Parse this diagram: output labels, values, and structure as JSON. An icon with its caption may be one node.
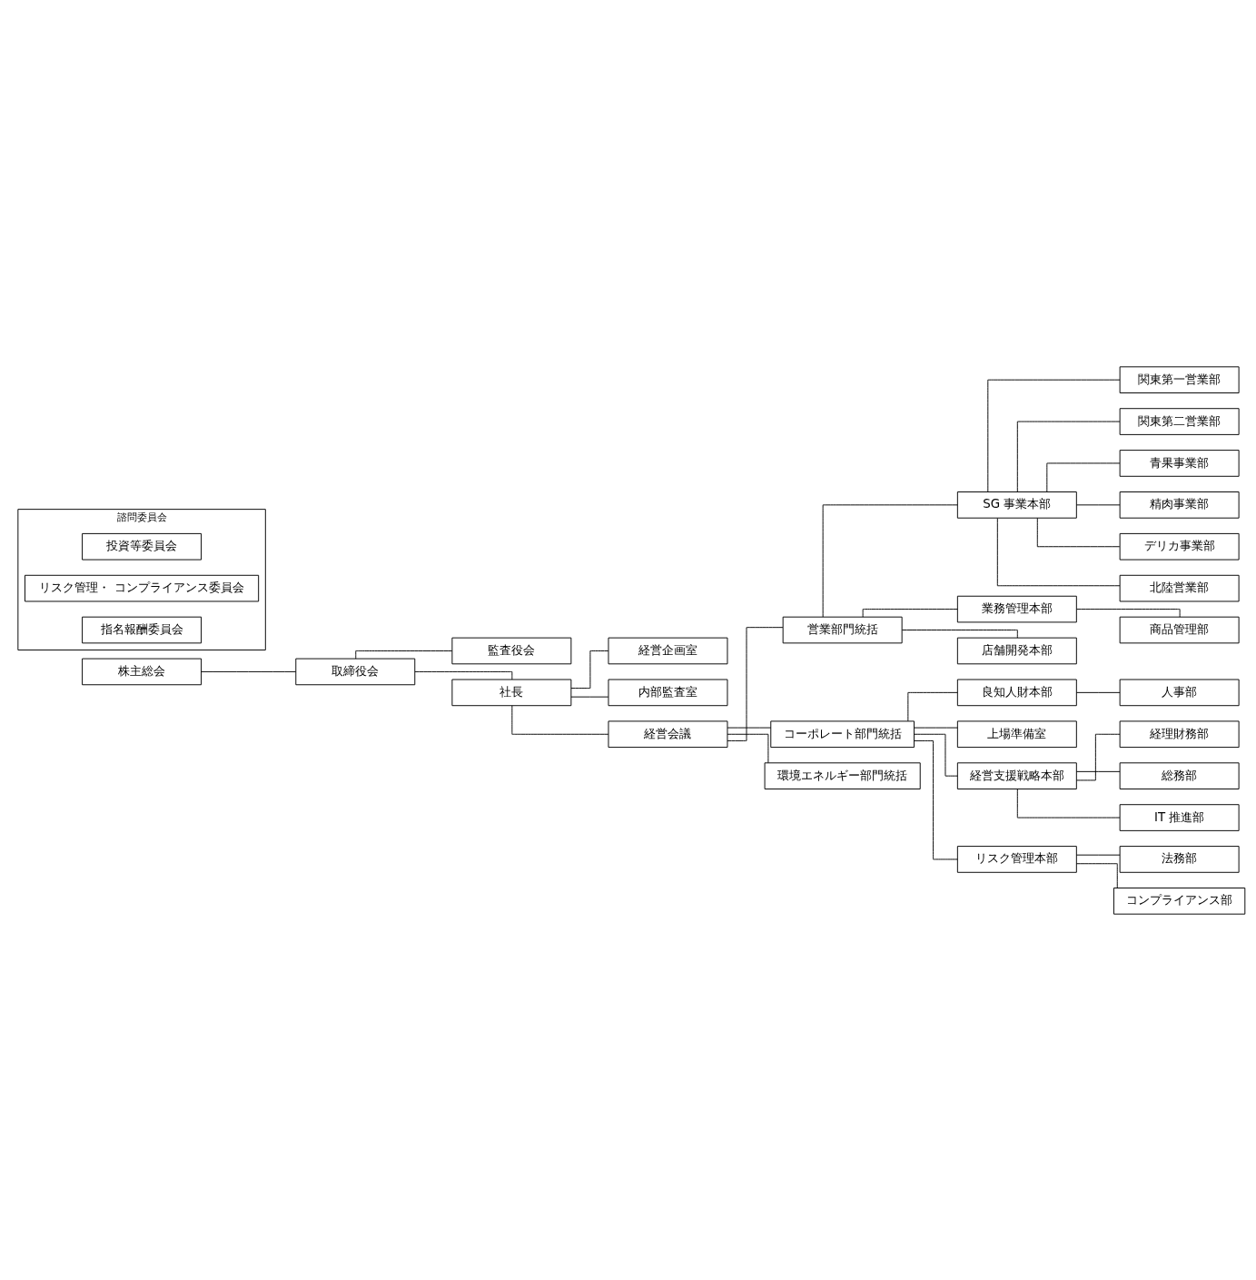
{
  "diagram": {
    "nodes": [
      {
        "text": [
          "株主総会"
        ]
      },
      {
        "text": [
          "取締役会"
        ]
      },
      {
        "text": [
          "監査役会"
        ]
      },
      {
        "text": [
          "社長"
        ]
      },
      {
        "text": [
          "経営企画室"
        ]
      },
      {
        "text": [
          "内部監査室"
        ]
      },
      {
        "text": [
          "経営会議"
        ]
      },
      {
        "text": [
          "諮問委員会"
        ]
      },
      {
        "text": [
          "投資等委員会"
        ],
        "in": 7
      },
      {
        "text": [
          "リスク管理・ コンプライアンス委員会"
        ],
        "in": 7
      },
      {
        "text": [
          "指名報酬委員会"
        ],
        "in": 7
      },
      {
        "text": [
          "営業部門統括"
        ]
      },
      {
        "text": [
          "SG 事業本部"
        ]
      },
      {
        "text": [
          "関東第一営業部"
        ]
      },
      {
        "text": [
          "関東第二営業部"
        ]
      },
      {
        "text": [
          "青果事業部"
        ]
      },
      {
        "text": [
          "精肉事業部"
        ]
      },
      {
        "text": [
          "デリカ事業部"
        ]
      },
      {
        "text": [
          "北陸営業部"
        ]
      },
      {
        "text": [
          "業務管理本部"
        ]
      },
      {
        "text": [
          "商品管理部"
        ]
      },
      {
        "text": [
          "店舗開発本部"
        ]
      },
      {
        "text": [
          "コーポレート部門統括"
        ]
      },
      {
        "text": [
          "良知人財本部"
        ]
      },
      {
        "text": [
          "人事部"
        ]
      },
      {
        "text": [
          "上場準備室"
        ]
      },
      {
        "text": [
          "経営支援戦略本部"
        ]
      },
      {
        "text": [
          "経理財務部"
        ]
      },
      {
        "text": [
          "総務部"
        ]
      },
      {
        "text": [
          "IT 推進部"
        ]
      },
      {
        "text": [
          "リスク管理本部"
        ]
      },
      {
        "text": [
          "法務部"
        ]
      },
      {
        "text": [
          "コンプライアンス部"
        ]
      },
      {
        "text": [
          "環境エネルギー部門統括"
        ]
      }
    ],
    "edges": [
      {
        "from": 0,
        "to": 1,
        "arrow": "none"
      },
      {
        "from": 1,
        "to": 2,
        "arrow": "none"
      },
      {
        "from": 1,
        "to": 3,
        "arrow": "none"
      },
      {
        "from": 3,
        "to": 4,
        "arrow": "none"
      },
      {
        "from": 3,
        "to": 5,
        "arrow": "none"
      },
      {
        "from": 3,
        "to": 6,
        "arrow": "none"
      },
      {
        "from": 6,
        "to": 11,
        "arrow": "none"
      },
      {
        "from": 6,
        "to": 22,
        "arrow": "none"
      },
      {
        "from": 6,
        "to": 33,
        "arrow": "none"
      },
      {
        "from": 11,
        "to": 12,
        "arrow": "none"
      },
      {
        "from": 12,
        "to": 13,
        "arrow": "none"
      },
      {
        "from": 12,
        "to": 14,
        "arrow": "none"
      },
      {
        "from": 12,
        "to": 15,
        "arrow": "none"
      },
      {
        "from": 12,
        "to": 16,
        "arrow": "none"
      },
      {
        "from": 12,
        "to": 17,
        "arrow": "none"
      },
      {
        "from": 12,
        "to": 18,
        "arrow": "none"
      },
      {
        "from": 11,
        "to": 19,
        "arrow": "none"
      },
      {
        "from": 19,
        "to": 20,
        "arrow": "none"
      },
      {
        "from": 11,
        "to": 21,
        "arrow": "none"
      },
      {
        "from": 22,
        "to": 23,
        "arrow": "none"
      },
      {
        "from": 23,
        "to": 24,
        "arrow": "none"
      },
      {
        "from": 22,
        "to": 25,
        "arrow": "none"
      },
      {
        "from": 22,
        "to": 26,
        "arrow": "none"
      },
      {
        "from": 26,
        "to": 27,
        "arrow": "none"
      },
      {
        "from": 26,
        "to": 28,
        "arrow": "none"
      },
      {
        "from": 26,
        "to": 29,
        "arrow": "none"
      },
      {
        "from": 22,
        "to": 30,
        "arrow": "none"
      },
      {
        "from": 30,
        "to": 31,
        "arrow": "none"
      },
      {
        "from": 30,
        "to": 32,
        "arrow": "none"
      }
    ]
  }
}
